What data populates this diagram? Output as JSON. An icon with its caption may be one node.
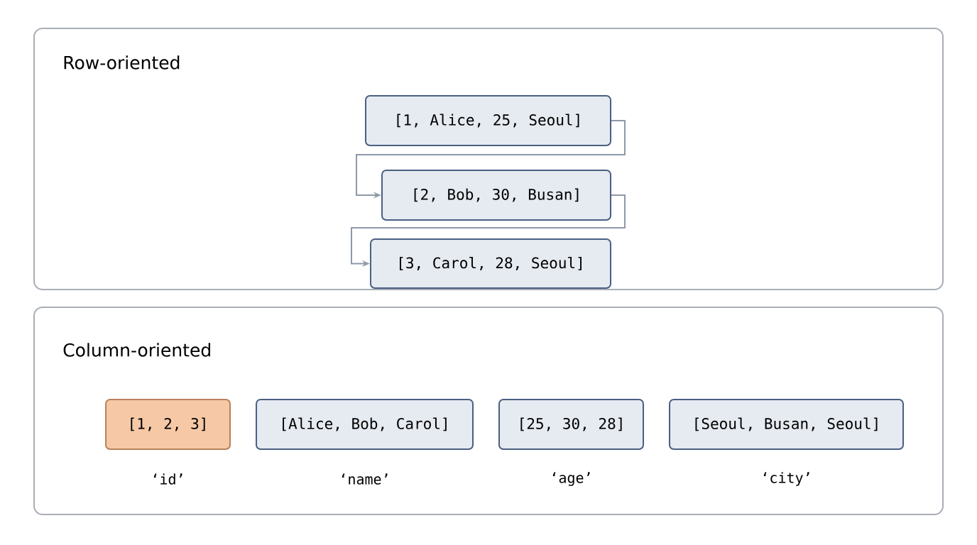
{
  "diagram": {
    "nodes": [
      {
        "text": [
          "Row-oriented"
        ]
      },
      {
        "text": [
          "[1, Alice, 25, Seoul]"
        ],
        "in": 0
      },
      {
        "text": [
          "[2, Bob, 30, Busan]"
        ],
        "in": 0
      },
      {
        "text": [
          "[3, Carol, 28, Seoul]"
        ],
        "in": 0
      },
      {
        "text": [
          "Column-oriented"
        ]
      },
      {
        "text": [
          "[1, 2, 3]"
        ],
        "in": 4,
        "beside": [
          "‘id’"
        ]
      },
      {
        "text": [
          "[Alice, Bob, Carol]"
        ],
        "in": 4,
        "beside": [
          "‘name’"
        ]
      },
      {
        "text": [
          "[25, 30, 28]"
        ],
        "in": 4,
        "beside": [
          "‘age’"
        ]
      },
      {
        "text": [
          "[Seoul, Busan, Seoul]"
        ],
        "in": 4,
        "beside": [
          "‘city’"
        ]
      }
    ],
    "edges": [
      {
        "from": 1,
        "to": 2,
        "arrow": "to"
      },
      {
        "from": 2,
        "to": 3,
        "arrow": "to"
      }
    ]
  }
}
